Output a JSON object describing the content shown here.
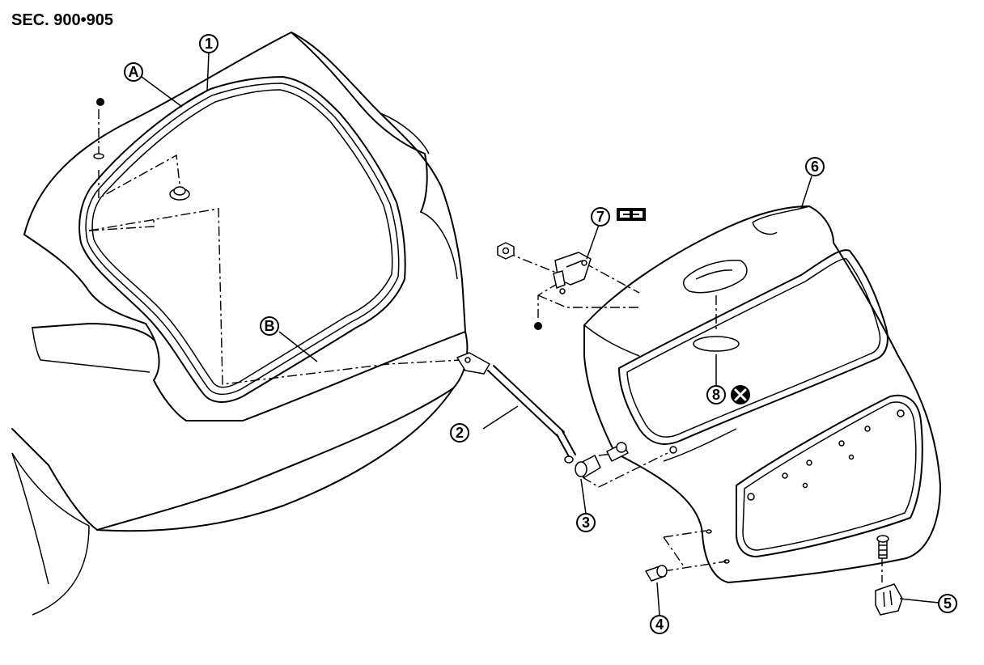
{
  "header": {
    "section_ref": "SEC. 900•905"
  },
  "callouts": [
    {
      "id": "1",
      "label": "1"
    },
    {
      "id": "2",
      "label": "2"
    },
    {
      "id": "3",
      "label": "3"
    },
    {
      "id": "4",
      "label": "4"
    },
    {
      "id": "5",
      "label": "5"
    },
    {
      "id": "6",
      "label": "6"
    },
    {
      "id": "7",
      "label": "7"
    },
    {
      "id": "8",
      "label": "8"
    },
    {
      "id": "A",
      "label": "A"
    },
    {
      "id": "B",
      "label": "B"
    }
  ],
  "symbols": {
    "fastener": "filled-dot-icon",
    "non_reusable": "x-in-circle-icon",
    "adjustment": "alignment-icon"
  }
}
